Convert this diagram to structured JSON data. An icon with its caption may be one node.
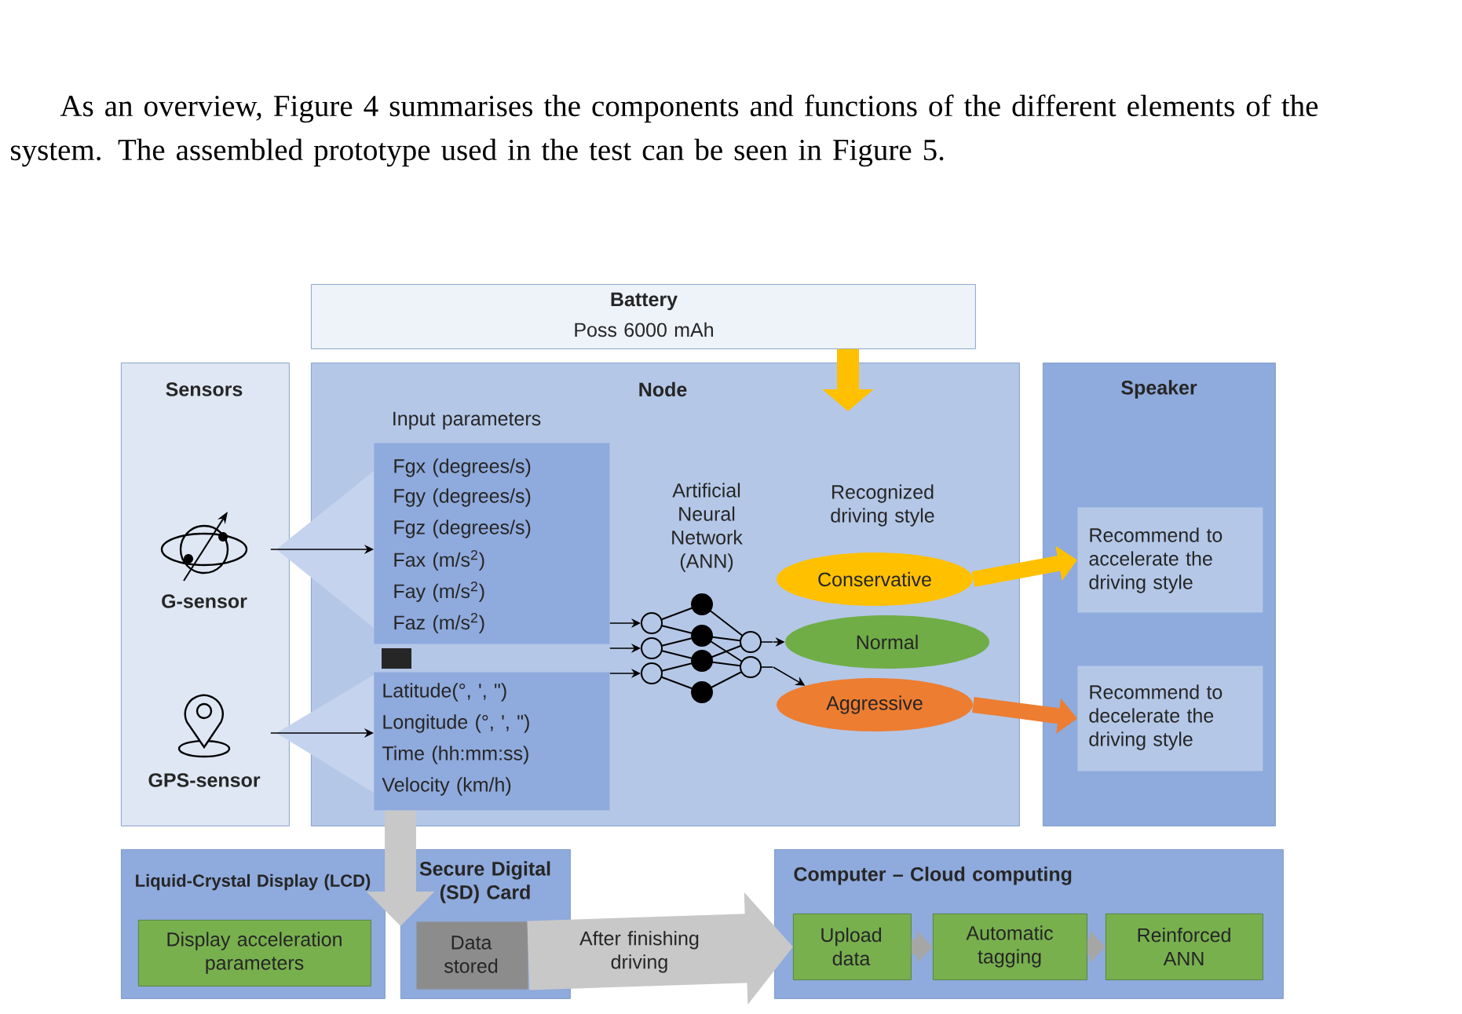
{
  "diagram": {
    "nodes": [
      {
        "text": [
          "Battery",
          "Poss 6000 mAh"
        ]
      },
      {
        "text": [
          "Sensors"
        ]
      },
      {
        "text": [
          "G-sensor"
        ],
        "in": 1
      },
      {
        "text": [
          "GPS-sensor"
        ],
        "in": 1
      },
      {
        "text": [
          "Node",
          "Input parameters",
          "Recognized driving style"
        ]
      },
      {
        "text": [
          "Fgx (degrees/s)",
          "Fgy (degrees/s)",
          "Fgz (degrees/s)",
          "Fax (m/s$^{2}$)",
          "Fay (m/s$^{2}$)",
          "Faz (m/s$^{2}$)"
        ],
        "in": 4
      },
      {
        "text": [
          "Latitude(°, ', \")",
          "Longitude (°, ', \")",
          "Time (hh:mm:ss)",
          "Velocity (km/h)"
        ],
        "in": 4
      },
      {
        "text": [
          "Artificial Neural Network (ANN)"
        ],
        "in": 4
      },
      {
        "text": [
          "Conservative"
        ],
        "in": 4
      },
      {
        "text": [
          "Normal"
        ],
        "in": 4
      },
      {
        "text": [
          "Aggressive"
        ],
        "in": 4
      },
      {
        "text": [
          "Speaker"
        ]
      },
      {
        "text": [
          "Recommend to accelerate the driving style"
        ],
        "in": 11
      },
      {
        "text": [
          "Recommend to decelerate the driving style"
        ],
        "in": 11
      },
      {
        "text": [
          "Liquid-Crystal Display (LCD)"
        ]
      },
      {
        "text": [
          "Display acceleration parameters"
        ],
        "in": 14
      },
      {
        "text": [
          "Secure Digital (SD) Card"
        ]
      },
      {
        "text": [
          "Data stored"
        ],
        "in": 16
      },
      {
        "text": [
          "Computer – Cloud computing"
        ]
      },
      {
        "text": [
          "Upload data"
        ],
        "in": 18
      },
      {
        "text": [
          "Automatic tagging"
        ],
        "in": 18
      },
      {
        "text": [
          "Reinforced ANN"
        ],
        "in": 18
      }
    ],
    "edges": [
      {
        "from": 0,
        "to": 4,
        "arrow": "to",
        "style": "thick",
        "color": "#ffc000"
      },
      {
        "from": 2,
        "to": 5,
        "arrow": "to"
      },
      {
        "from": 3,
        "to": 6,
        "arrow": "to"
      },
      {
        "from": 5,
        "to": 7,
        "arrow": "to"
      },
      {
        "from": 5,
        "to": 7,
        "arrow": "to"
      },
      {
        "from": 6,
        "to": 7,
        "arrow": "to"
      },
      {
        "from": 7,
        "to": 9,
        "arrow": "to"
      },
      {
        "from": 7,
        "to": 10,
        "arrow": "to"
      },
      {
        "from": 8,
        "to": 12,
        "arrow": "to",
        "style": "thick",
        "color": "#ffc000"
      },
      {
        "from": 10,
        "to": 13,
        "arrow": "to",
        "style": "thick",
        "color": "#ed7d31"
      },
      {
        "from": 6,
        "to": 16,
        "arrow": "to",
        "style": "thick",
        "color": "#c8c8c8"
      },
      {
        "from": 17,
        "to": 19,
        "arrow": "to",
        "label": "After finishing driving",
        "style": "thick",
        "color": "#c8c8c8"
      },
      {
        "from": 19,
        "to": 20,
        "arrow": "to",
        "style": "thick",
        "color": "#a6a6a6"
      },
      {
        "from": 20,
        "to": 21,
        "arrow": "to",
        "style": "thick",
        "color": "#a6a6a6"
      }
    ],
    "labels": [
      "As an overview, Figure 4 summarises the components and functions of the different elements of the system. The assembled prototype used in the test can be seen in Figure 5."
    ]
  }
}
